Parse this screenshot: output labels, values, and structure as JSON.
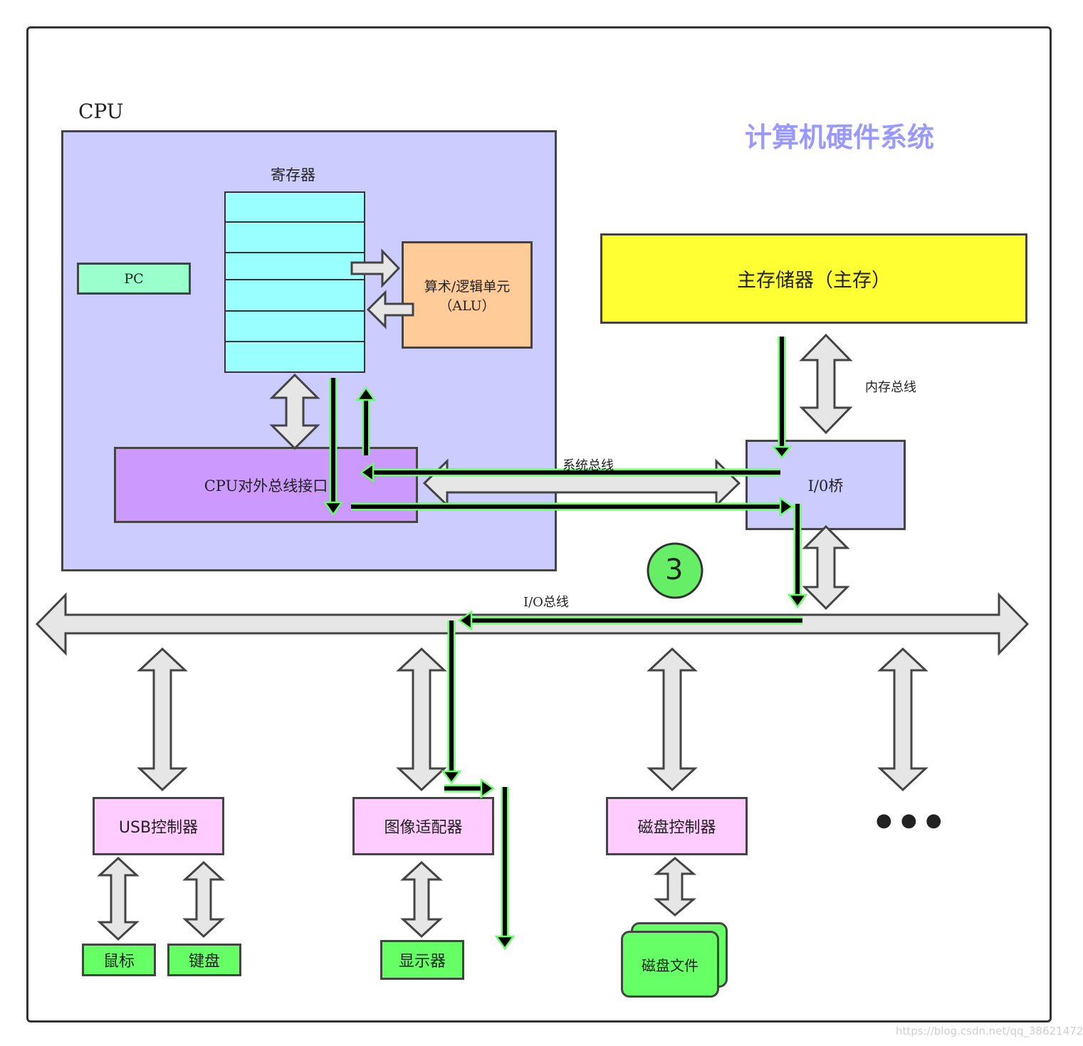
{
  "title": "计算机硬件系统",
  "cpu": {
    "label": "CPU",
    "registers_label": "寄存器",
    "pc": "PC",
    "alu_line1": "算术/逻辑单元",
    "alu_line2": "（ALU）",
    "bus_interface": "CPU对外总线接口"
  },
  "main_memory": "主存储器（主存）",
  "memory_bus": "内存总线",
  "system_bus": "系统总线",
  "io_bridge": "I/0桥",
  "io_bus": "I/O总线",
  "step_number": "3",
  "controllers": {
    "usb": "USB控制器",
    "graphics": "图像适配器",
    "disk": "磁盘控制器",
    "more": "● ● ●"
  },
  "devices": {
    "mouse": "鼠标",
    "keyboard": "键盘",
    "display": "显示器",
    "disk_file": "磁盘文件"
  },
  "watermark": "https://blog.csdn.net/qq_38621472",
  "colors": {
    "cpu_bg": "#ccccff",
    "register": "#99ffff",
    "alu": "#ffcc99",
    "pc": "#99ffcc",
    "bus_interface": "#cc99ff",
    "main_memory": "#ffff33",
    "io_bridge": "#ccccff",
    "controller": "#ffccff",
    "device": "#66ff66",
    "bus_arrow": "#e6e6e6",
    "data_flow": "#000000",
    "data_flow_glow": "#66ff66",
    "title": "#9999ff"
  }
}
